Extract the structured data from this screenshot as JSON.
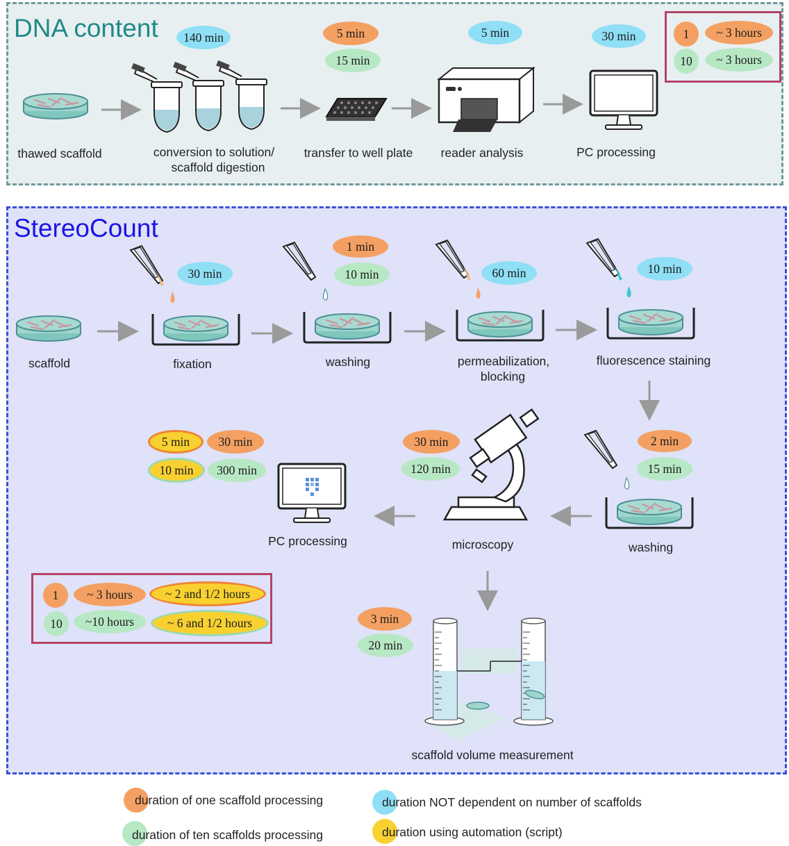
{
  "dna": {
    "title": "DNA content",
    "labels": {
      "thawed": "thawed scaffold",
      "conversion_1": "conversion to solution/",
      "conversion_2": "scaffold digestion",
      "transfer": "transfer to well plate",
      "reader": "reader analysis",
      "pc": "PC processing"
    },
    "times": {
      "digestion": "140 min",
      "transfer_one": "5 min",
      "transfer_ten": "15 min",
      "reader": "5 min",
      "pc": "30 min"
    },
    "summary": {
      "one_count": "1",
      "one_time": "~ 3 hours",
      "ten_count": "10",
      "ten_time": "~ 3 hours"
    }
  },
  "stereo": {
    "title": "StereoCount",
    "labels": {
      "scaffold": "scaffold",
      "fixation": "fixation",
      "washing1": "washing",
      "perm_1": "permeabilization,",
      "perm_2": "blocking",
      "staining": "fluorescence staining",
      "washing2": "washing",
      "microscopy": "microscopy",
      "pc": "PC processing",
      "volume": "scaffold volume measurement"
    },
    "times": {
      "fixation": "30 min",
      "washing1_one": "1 min",
      "washing1_ten": "10 min",
      "perm": "60 min",
      "staining": "10 min",
      "washing2_one": "2 min",
      "washing2_ten": "15 min",
      "micro_one": "30 min",
      "micro_ten": "120 min",
      "pc_auto_one": "5 min",
      "pc_one": "30 min",
      "pc_auto_ten": "10 min",
      "pc_ten": "300 min",
      "volume_one": "3 min",
      "volume_ten": "20 min"
    },
    "summary": {
      "one_count": "1",
      "one_time": "~ 3 hours",
      "one_auto": "~ 2 and 1/2 hours",
      "ten_count": "10",
      "ten_time": "~10 hours",
      "ten_auto": "~ 6 and 1/2 hours"
    }
  },
  "legend": {
    "one": "duration of one scaffold processing",
    "ten": "duration of ten scaffolds processing",
    "independent": "duration NOT dependent on number of scaffolds",
    "automation": "duration using automation (script)"
  },
  "colors": {
    "one_scaffold": "#f4a062",
    "ten_scaffolds": "#b7e8c4",
    "independent": "#8fdff6",
    "automation": "#f8d131",
    "dna_title": "#1f8a86",
    "stereo_title": "#1b14e6",
    "summary_border": "#b44366"
  }
}
